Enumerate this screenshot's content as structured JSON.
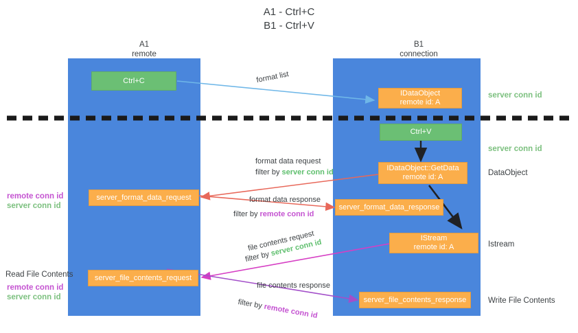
{
  "title": {
    "line1": "A1 - Ctrl+C",
    "line2": "B1 - Ctrl+V"
  },
  "colors": {
    "column": "#4a86dc",
    "node_orange": "#fbae4b",
    "node_green": "#6bbf74",
    "server_conn_id": "#7cc07f",
    "remote_conn_id": "#c453d1",
    "arrow_red": "#e8685a",
    "arrow_blue": "#6fb7e8",
    "arrow_magenta": "#d63fc4",
    "arrow_purple": "#a34fc9",
    "arrow_black": "#202124",
    "divider": "#1a1a1a"
  },
  "columns": [
    {
      "name": "A1",
      "sub": "remote"
    },
    {
      "name": "B1",
      "sub": "connection"
    }
  ],
  "nodes": {
    "ctrl_c": {
      "line1": "Ctrl+C",
      "line2": ""
    },
    "ctrl_v": {
      "line1": "Ctrl+V",
      "line2": ""
    },
    "idataobject": {
      "line1": "IDataObject",
      "line2": "remote id: A"
    },
    "getdata": {
      "line1": "IDataObject::GetData",
      "line2": "remote id: A"
    },
    "istream": {
      "line1": "IStream",
      "line2": "remote id: A"
    },
    "server_format_data_request": {
      "line1": "server_format_data_request",
      "line2": ""
    },
    "server_format_data_response": {
      "line1": "server_format_data_response",
      "line2": ""
    },
    "server_file_contents_request": {
      "line1": "server_file_contents_request",
      "line2": ""
    },
    "server_file_contents_response": {
      "line1": "server_file_contents_response",
      "line2": ""
    }
  },
  "edge_labels": {
    "format_list": "format list",
    "format_data_request": "format data request",
    "format_data_request_filter_prefix": "filter by ",
    "format_data_request_filter_value": "server conn id",
    "format_data_response": "format data response",
    "format_data_response_filter_prefix": "filter by ",
    "format_data_response_filter_value": "remote conn id",
    "file_contents_request": "file contents request",
    "file_contents_request_filter_prefix": "filter by ",
    "file_contents_request_filter_value": "server conn id",
    "file_contents_response": "file contents response",
    "file_contents_response_filter_prefix": "filter by ",
    "file_contents_response_filter_value": "remote conn id"
  },
  "right_notes": {
    "server_conn_id_top": "server conn id",
    "server_conn_id_mid": "server conn id",
    "dataobject": "DataObject",
    "istream": "Istream",
    "write_file_contents": "Write File Contents"
  },
  "left_notes": {
    "remote_conn_id_1": "remote conn id",
    "server_conn_id_1": "server conn id",
    "read_file_contents": "Read File Contents",
    "remote_conn_id_2": "remote conn id",
    "server_conn_id_2": "server conn id"
  }
}
